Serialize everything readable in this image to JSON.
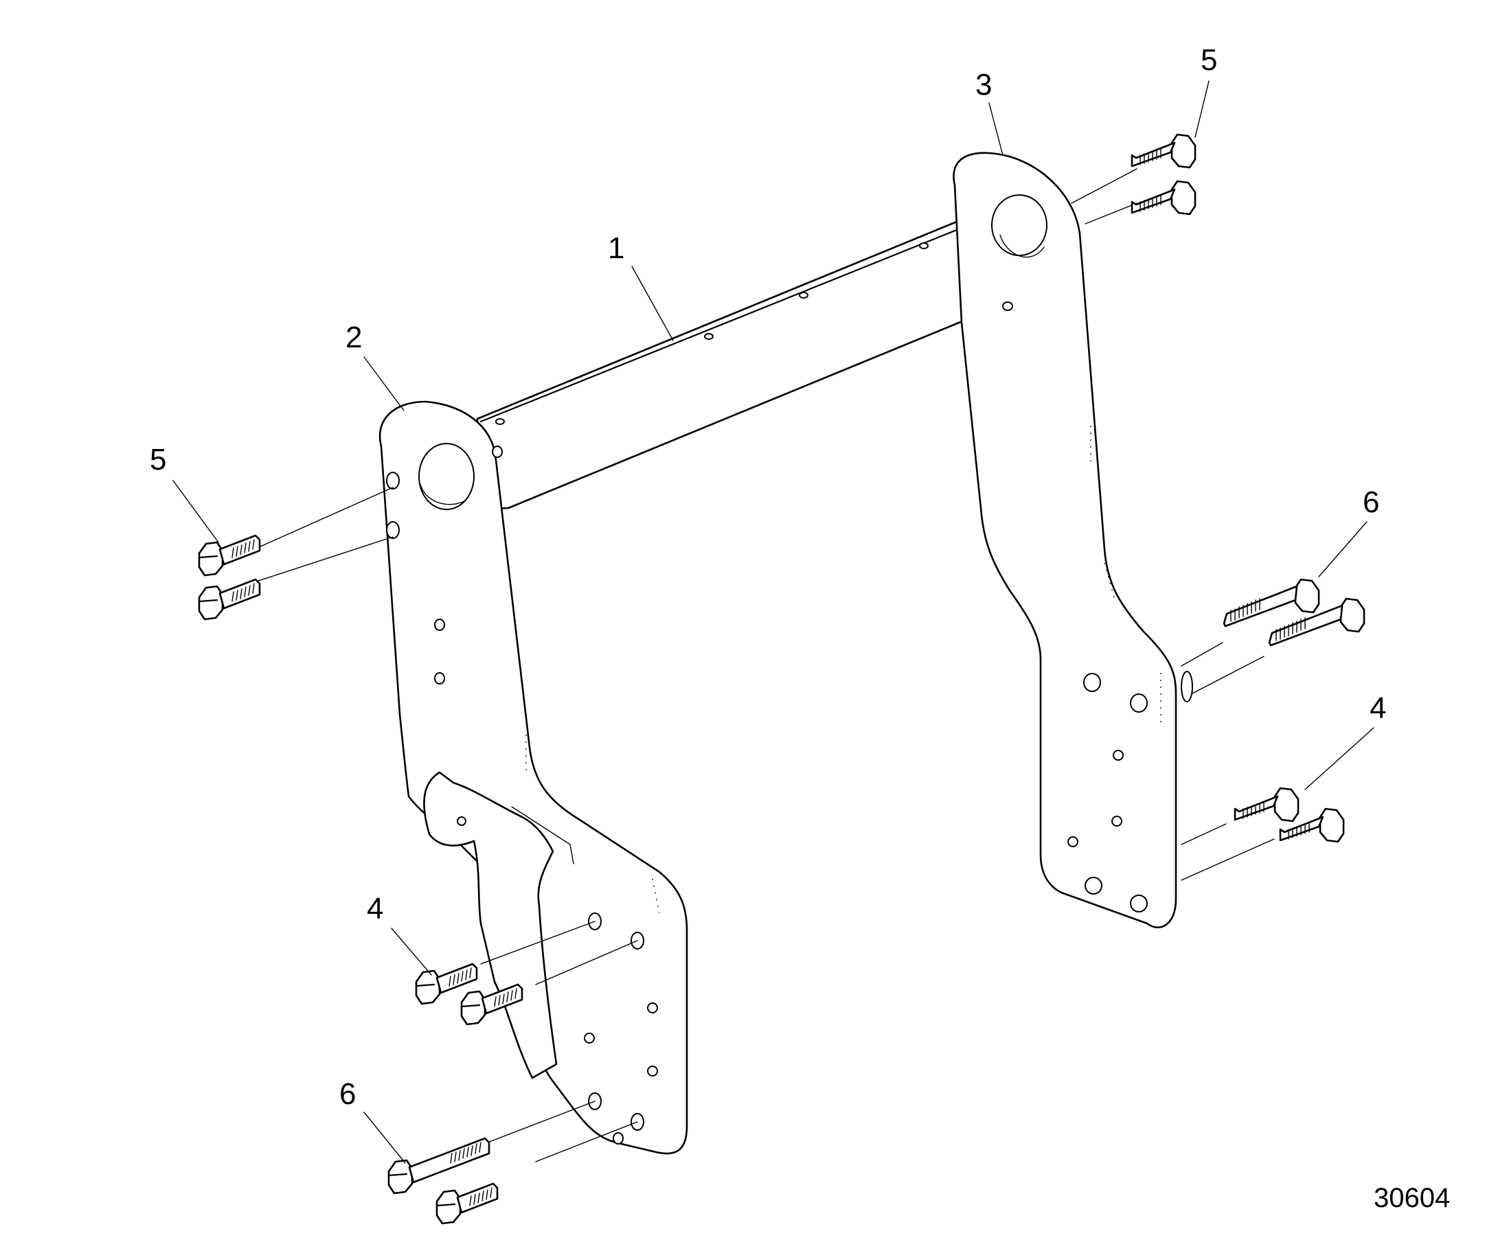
{
  "figure": {
    "figure_number": "30604"
  },
  "callouts": [
    {
      "label": "1",
      "part": "crossbar"
    },
    {
      "label": "2",
      "part": "left-arm"
    },
    {
      "label": "3",
      "part": "right-arm"
    },
    {
      "label": "5",
      "part": "bolt-upper-left"
    },
    {
      "label": "5",
      "part": "bolt-upper-right"
    },
    {
      "label": "6",
      "part": "bolt-right-middle"
    },
    {
      "label": "4",
      "part": "bolt-right-lower"
    },
    {
      "label": "4",
      "part": "bolt-left-middle"
    },
    {
      "label": "6",
      "part": "bolt-left-lower"
    }
  ]
}
